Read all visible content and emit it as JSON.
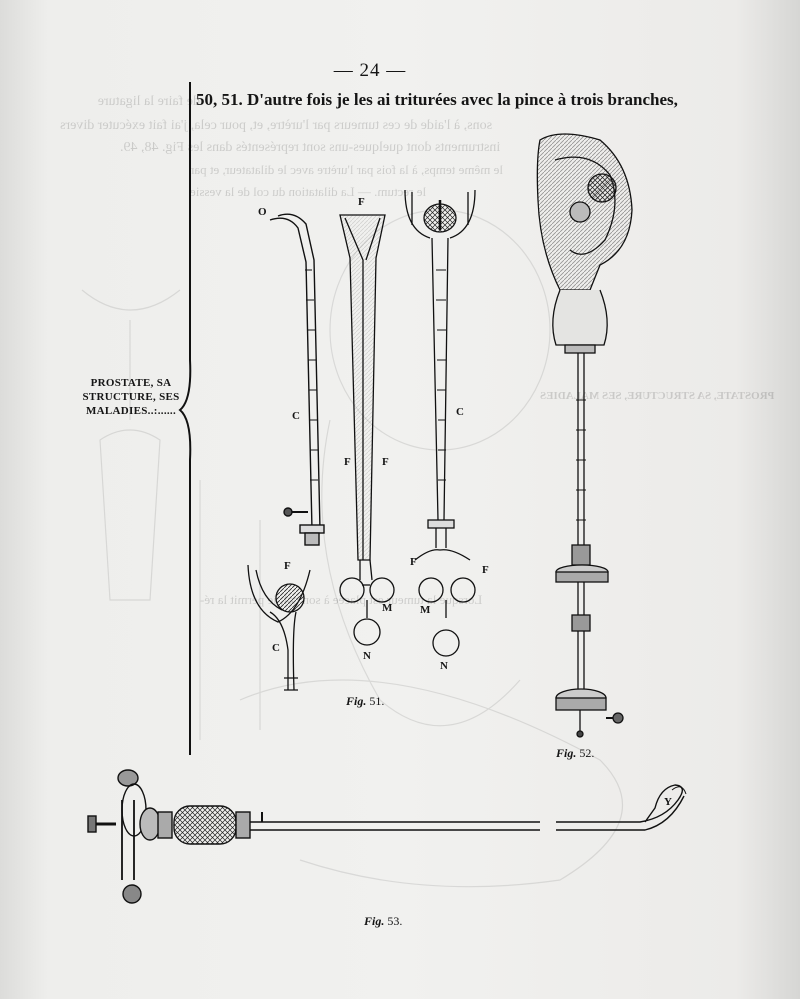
{
  "page_number": "— 24 —",
  "heading": "50, 51. D'autre fois je les ai triturées avec la pince à trois branches,",
  "margin_note": [
    "PROSTATE, SA",
    "STRUCTURE, SES",
    "MALADIES..:......"
  ],
  "figures": {
    "fig51": {
      "label": "Fig.",
      "number": "51."
    },
    "fig52": {
      "label": "Fig.",
      "number": "52."
    },
    "fig53": {
      "label": "Fig.",
      "number": "53."
    }
  },
  "letters": {
    "o": "O",
    "c1": "C",
    "f_top": "F",
    "f_left": "F",
    "f_right": "F",
    "c2": "C",
    "f_low": "F",
    "c_low": "C",
    "f3_left": "F",
    "f3_right": "F",
    "m1": "M",
    "m2": "M",
    "n1": "N",
    "n2": "N",
    "y": "Y"
  },
  "show_through": {
    "line1": "de faire la ligature",
    "line2": "sons, à l'aide de ces tumeurs par l'urètre, et, pour cela, j'ai fait exécuter divers",
    "line3": "instruments dont quelques-uns sont représentés dans les Fig. 48, 49.",
    "line4": "le même temps, à la fois par l'urètre avec le dilatateur, et par",
    "line5": "le rectum. — La dilatation du col de la vessie",
    "line6": "Lorsque la tumeur est placée à son col, je permit la ré-",
    "margin": "PROSTATE, SA STRUCTURE, SES MALADIES"
  }
}
